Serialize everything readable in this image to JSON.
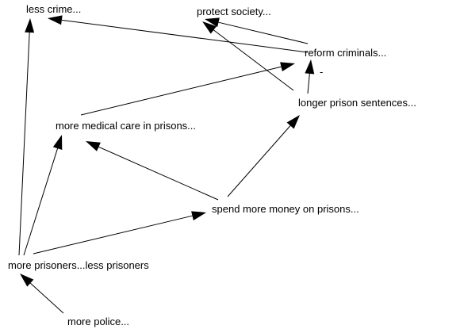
{
  "colors": {
    "line": "#000000",
    "text": "#000000",
    "background": "#ffffff"
  },
  "nodes": {
    "less_crime": "less crime...",
    "protect_society": "protect society...",
    "reform_criminals": "reform criminals...",
    "longer_prison_sentences": "longer prison sentences...",
    "more_medical_care": "more medical care in prisons...",
    "spend_more_money": "spend more money on prisons...",
    "more_prisoners": "more prisoners...less prisoners",
    "more_police": "more police..."
  },
  "edges": [
    {
      "from": "reform_criminals",
      "to": "less_crime",
      "label": ""
    },
    {
      "from": "reform_criminals",
      "to": "protect_society",
      "label": ""
    },
    {
      "from": "longer_prison_sentences",
      "to": "protect_society",
      "label": ""
    },
    {
      "from": "longer_prison_sentences",
      "to": "reform_criminals",
      "label": "-"
    },
    {
      "from": "more_medical_care",
      "to": "reform_criminals",
      "label": ""
    },
    {
      "from": "spend_more_money",
      "to": "more_medical_care",
      "label": ""
    },
    {
      "from": "spend_more_money",
      "to": "longer_prison_sentences",
      "label": ""
    },
    {
      "from": "more_prisoners",
      "to": "less_crime",
      "label": ""
    },
    {
      "from": "more_prisoners",
      "to": "more_medical_care",
      "label": ""
    },
    {
      "from": "more_prisoners",
      "to": "spend_more_money",
      "label": ""
    },
    {
      "from": "more_police",
      "to": "more_prisoners",
      "label": ""
    }
  ]
}
